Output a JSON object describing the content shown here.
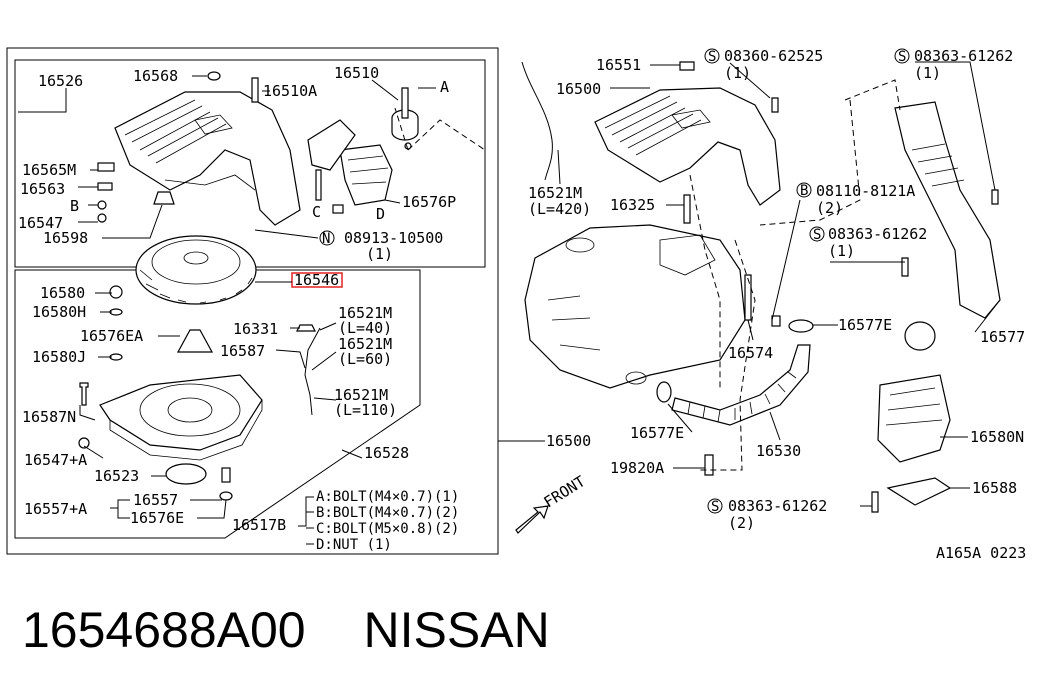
{
  "footer": {
    "part_number": "1654688A00",
    "brand": "NISSAN"
  },
  "diagram_code": "A165A 0223",
  "highlight_color": "#e32222",
  "front_label": "FRONT",
  "legend": [
    {
      "key": "A",
      "text": "A:BOLT(M4×0.7)(1)"
    },
    {
      "key": "B",
      "text": "B:BOLT(M4×0.7)(2)"
    },
    {
      "key": "C",
      "text": "C:BOLT(M5×0.8)(2)"
    },
    {
      "key": "D",
      "text": "D:NUT      (1)"
    }
  ],
  "labels": {
    "p16526": "16526",
    "p16568": "16568",
    "p16510a": "16510A",
    "p16510": "16510",
    "a": "A",
    "p16565m": "16565M",
    "p16563": "16563",
    "b": "B",
    "p16547": "16547",
    "p16598": "16598",
    "c": "C",
    "d": "D",
    "p16576p": "16576P",
    "n08913": "08913-10500",
    "n08913q": "(1)",
    "p16546": "16546",
    "p16580": "16580",
    "p16580h": "16580H",
    "p16576ea": "16576EA",
    "p16580j": "16580J",
    "p16331": "16331",
    "p16587": "16587",
    "p16521m_a": "16521M",
    "l40": "(L=40)",
    "p16521m_b": "16521M",
    "l60": "(L=60)",
    "p16521m_c": "16521M",
    "l110": "(L=110)",
    "p16587n": "16587N",
    "p16547a": "16547+A",
    "p16523": "16523",
    "p16528": "16528",
    "p16557a": "16557+A",
    "p16557": "16557",
    "p16576e": "16576E",
    "p16517b": "16517B",
    "p16500_box": "16500",
    "p16551": "16551",
    "p16500": "16500",
    "p16521m_top": "16521M",
    "l420": "(L=420)",
    "s08360": "08360-62525",
    "s08360q": "(1)",
    "s08363_a": "08363-61262",
    "s08363_aq": "(1)",
    "p16325": "16325",
    "b08110": "08110-8121A",
    "b08110q": "(2)",
    "s08363_b": "08363-61262",
    "s08363_bq": "(1)",
    "p16577e_a": "16577E",
    "p16574": "16574",
    "p16577": "16577",
    "p16577e_b": "16577E",
    "p16530": "16530",
    "p19820a": "19820A",
    "p16580n": "16580N",
    "p16588": "16588",
    "s08363_c": "08363-61262",
    "s08363_cq": "(2)"
  }
}
